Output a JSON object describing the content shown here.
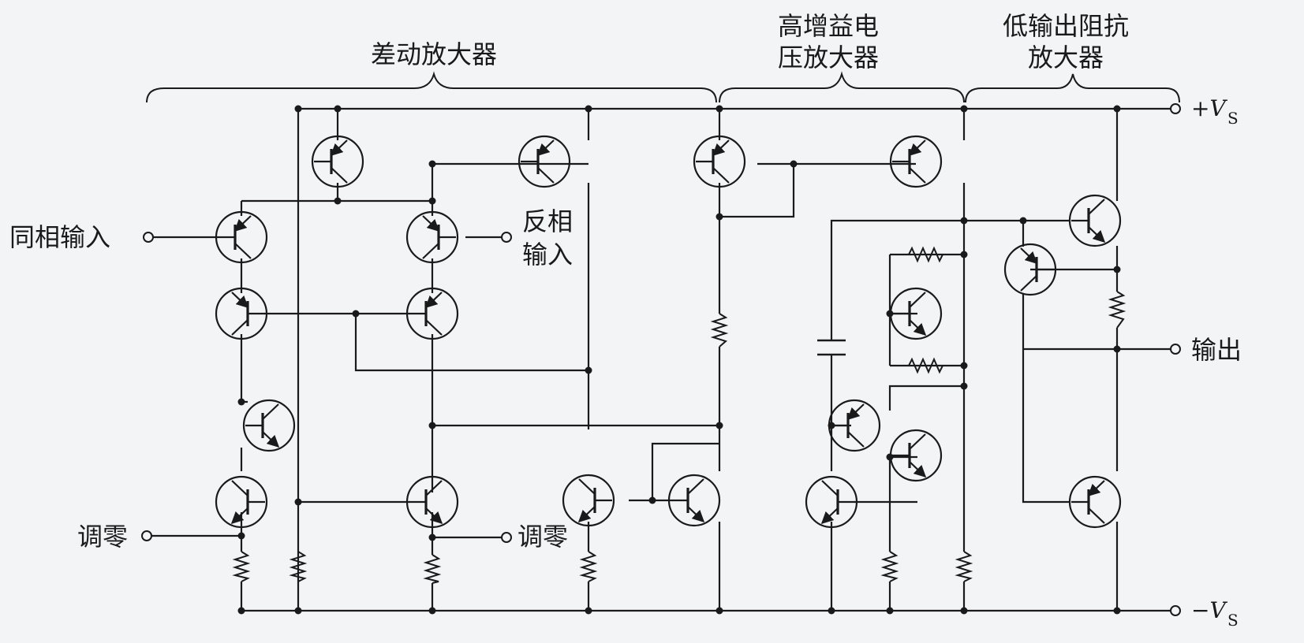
{
  "sections": {
    "diff_amp": "差动放大器",
    "high_gain_line1": "高增益电",
    "high_gain_line2": "压放大器",
    "low_out_line1": "低输出阻抗",
    "low_out_line2": "放大器"
  },
  "labels": {
    "noninv_input": "同相输入",
    "inv_input_line1": "反相",
    "inv_input_line2": "输入",
    "null_left": "调零",
    "null_right": "调零",
    "output": "输出"
  },
  "rails": {
    "pos_sign": "+",
    "neg_sign": "−",
    "v_symbol": "V",
    "subscript": "S"
  },
  "colors": {
    "ink": "#1a1a1a",
    "background": "#f3f4f6"
  }
}
